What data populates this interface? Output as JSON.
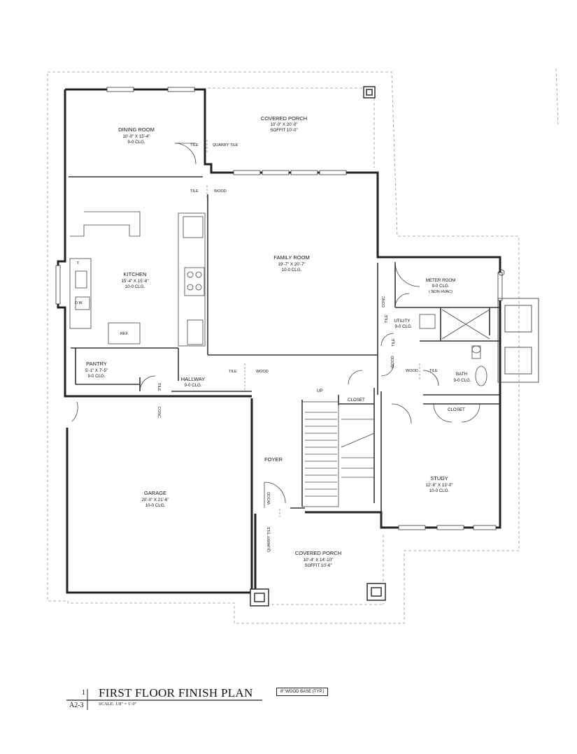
{
  "rooms": {
    "dining": {
      "name": "DINING ROOM",
      "dims": "10'-0\" X 15'-4\"",
      "clg": "9-0 CLG."
    },
    "porch_rear": {
      "name": "COVERED PORCH",
      "dims": "10'-0\" X 20'-0\"",
      "clg": "SOFFIT 10'-0\""
    },
    "kitchen": {
      "name": "KITCHEN",
      "dims": "15'-4\" X 15'-6\"",
      "clg": "10-0 CLG."
    },
    "family": {
      "name": "FAMILY ROOM",
      "dims": "19'-7\" X 20'-7\"",
      "clg": "10-0 CLG."
    },
    "meter": {
      "name": "METER ROOM",
      "dims": "9-0 CLG.",
      "clg": "( NON HVAC)"
    },
    "utility": {
      "name": "UTILITY",
      "clg": "9-0 CLG."
    },
    "pantry": {
      "name": "PANTRY",
      "dims": "5'-1\" X 7'-5\"",
      "clg": "9-0 CLG."
    },
    "hallway": {
      "name": "HALLWAY",
      "clg": "9-0 CLG."
    },
    "bath": {
      "name": "BATH",
      "clg": "9-0 CLG."
    },
    "garage": {
      "name": "GARAGE",
      "dims": "20'-0\" X 21'-6\"",
      "clg": "10-0 CLG."
    },
    "foyer": {
      "name": "FOYER"
    },
    "study": {
      "name": "STUDY",
      "dims": "12'-8\" X 13'-0\"",
      "clg": "10-0 CLG."
    },
    "porch_front": {
      "name": "COVERED PORCH",
      "dims": "10'-4\" X 14'-10\"",
      "clg": "SOFFIT 10'-6\""
    }
  },
  "labels": {
    "tile": "TILE",
    "wood": "WOOD",
    "quarry_tile": "QUARRY TILE",
    "conc": "CONC.",
    "closet": "CLOSET",
    "up": "UP",
    "ref": "REF.",
    "dw": "D.W.",
    "t": "T."
  },
  "title_block": {
    "detail_number": "1",
    "sheet": "A2-3",
    "title": "FIRST FLOOR FINISH PLAN",
    "scale": "SCALE:  1/8\" = 1'-0\"",
    "note": "8\" WOOD BASE (TYP.)"
  },
  "colors": {
    "ink": "#222222",
    "light": "#888888"
  }
}
